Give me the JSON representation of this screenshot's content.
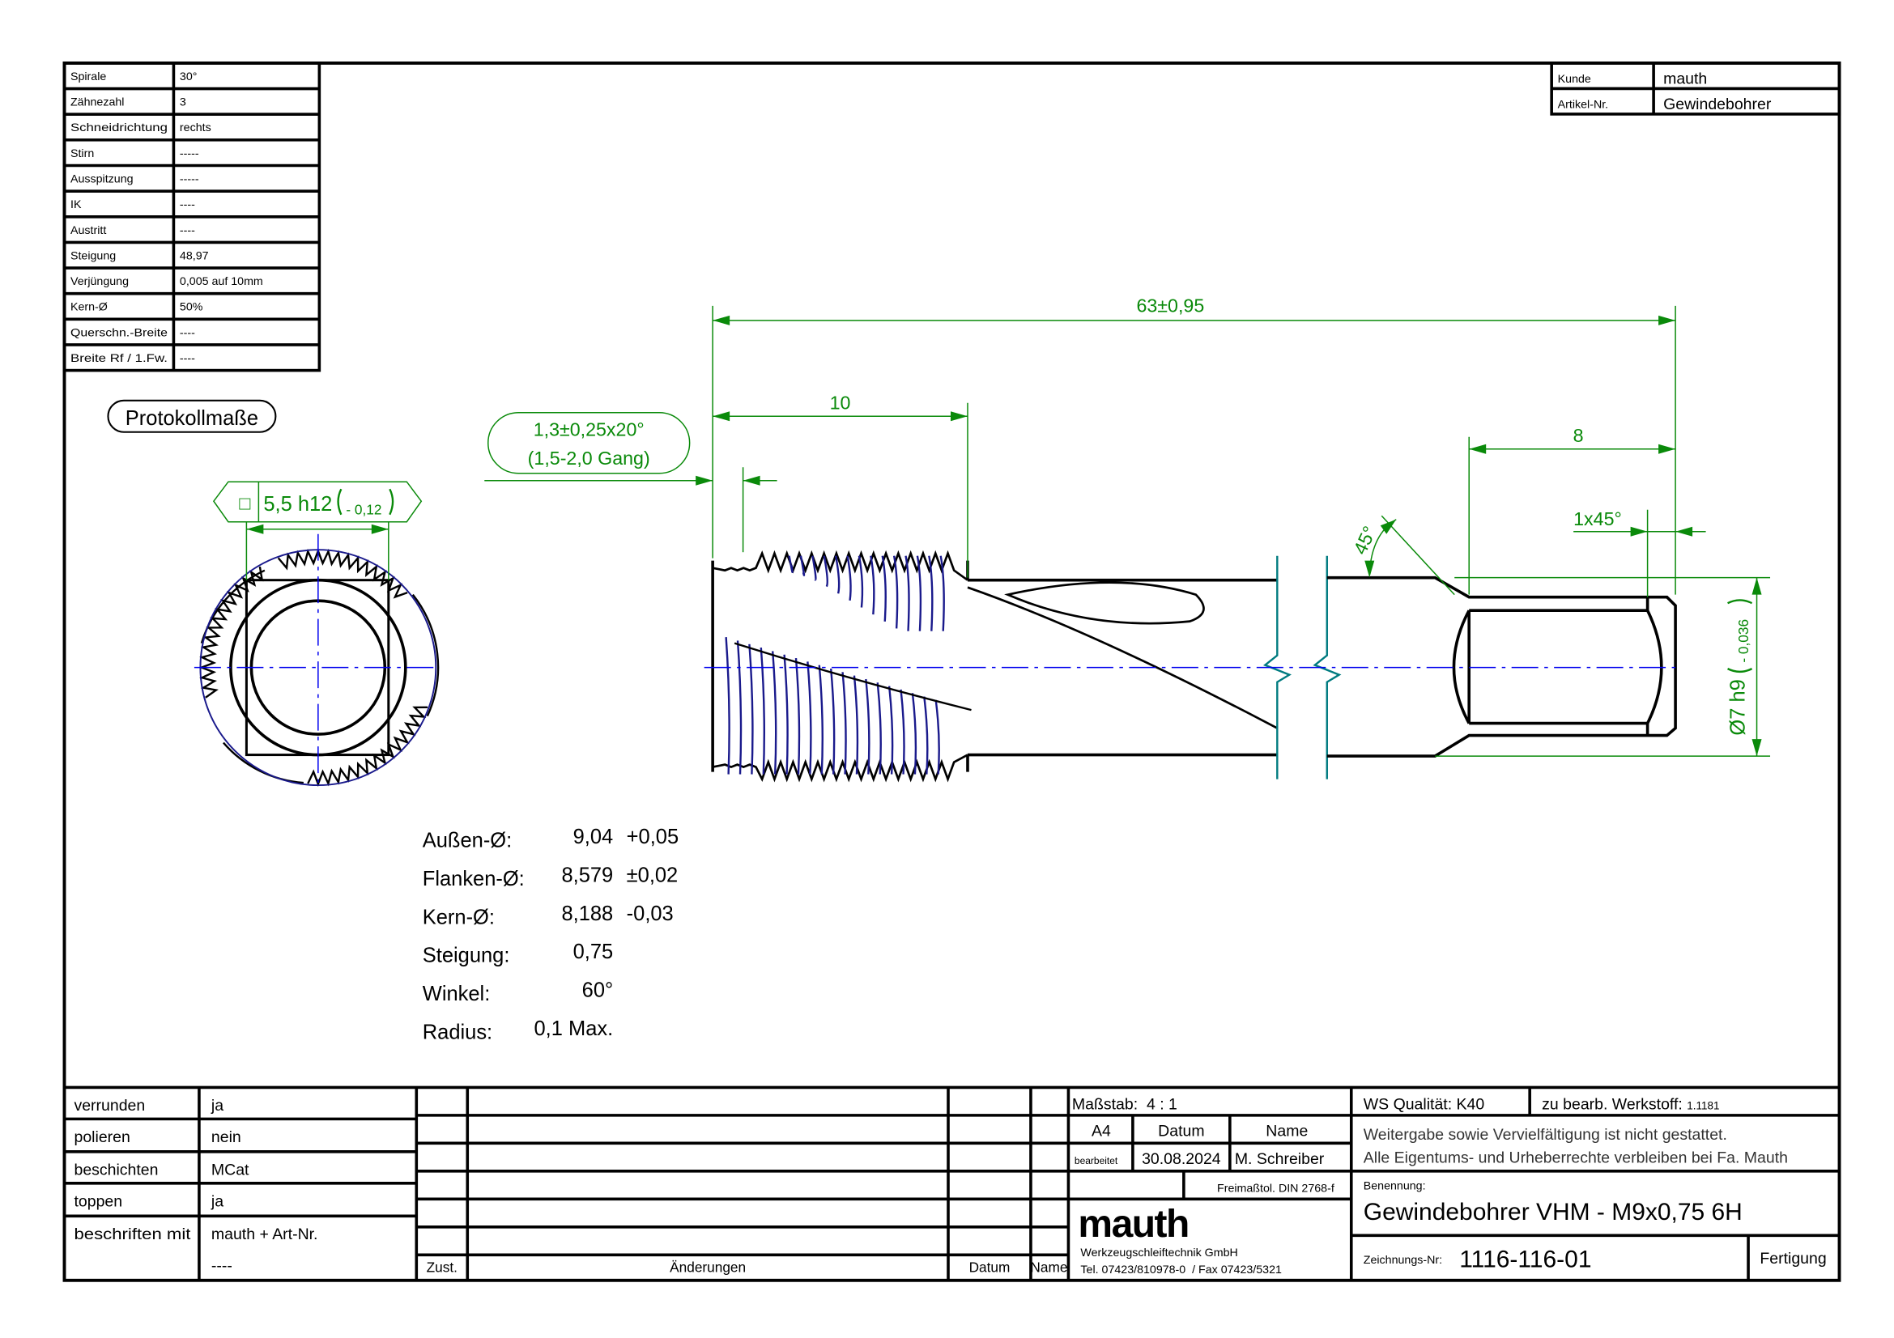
{
  "spec_table": [
    {
      "label": "Spirale",
      "value": "30°"
    },
    {
      "label": "Zähnezahl",
      "value": "3"
    },
    {
      "label": "Schneidrichtung",
      "value": "rechts"
    },
    {
      "label": "Stirn",
      "value": "-----"
    },
    {
      "label": "Ausspitzung",
      "value": "-----"
    },
    {
      "label": "IK",
      "value": "----"
    },
    {
      "label": "Austritt",
      "value": "----"
    },
    {
      "label": "Steigung",
      "value": "48,97"
    },
    {
      "label": "Verjüngung",
      "value": "0,005 auf 10mm"
    },
    {
      "label": "Kern-Ø",
      "value": "50%"
    },
    {
      "label": "Querschn.-Breite",
      "value": "----"
    },
    {
      "label": "Breite Rf / 1.Fw.",
      "value": "----"
    }
  ],
  "customer": {
    "kunde_label": "Kunde",
    "kunde": "mauth",
    "artikel_label": "Artikel-Nr.",
    "artikel": "Gewindebohrer"
  },
  "protokoll": "Protokollmaße",
  "dims": {
    "overall": "63±0,95",
    "thread_len": "10",
    "chamfer_main": "1,3±0,25x20°",
    "chamfer_sub": "(1,5-2,0 Gang)",
    "square_symbol": "□",
    "square": "5,5 h12",
    "square_tol": "- 0,12",
    "square_len": "8",
    "end_chamfer": "1x45°",
    "angle": "45°",
    "shank_dia": "Ø7 h9",
    "shank_tol": "- 0,036"
  },
  "thread_data": [
    {
      "label": "Außen-Ø:",
      "value": "9,04",
      "tol": "+0,05"
    },
    {
      "label": "Flanken-Ø:",
      "value": "8,579",
      "tol": "±0,02"
    },
    {
      "label": "Kern-Ø:",
      "value": "8,188",
      "tol": "-0,03"
    },
    {
      "label": "Steigung:",
      "value": "0,75",
      "tol": ""
    },
    {
      "label": "Winkel:",
      "value": "60°",
      "tol": ""
    },
    {
      "label": "Radius:",
      "value": "0,1 Max.",
      "tol": ""
    }
  ],
  "finish_table": [
    {
      "label": "verrunden",
      "value": "ja"
    },
    {
      "label": "polieren",
      "value": "nein"
    },
    {
      "label": "beschichten",
      "value": "MCat"
    },
    {
      "label": "toppen",
      "value": "ja"
    },
    {
      "label": "beschriften mit",
      "value": "mauth + Art-Nr.",
      "value2": "----"
    }
  ],
  "changes_header": {
    "zust": "Zust.",
    "aenderungen": "Änderungen",
    "datum": "Datum",
    "name": "Name"
  },
  "title_block": {
    "massstab": "Maßstab:  4 : 1",
    "format": "A4",
    "datum_label": "Datum",
    "name_label": "Name",
    "bearbeitet_label": "bearbeitet",
    "datum": "30.08.2024",
    "name": "M. Schreiber",
    "freimass": "Freimaßtol. DIN 2768-f",
    "logo": "mauth",
    "company": "Werkzeugschleiftechnik GmbH",
    "contact": "Tel. 07423/810978-0  / Fax 07423/5321",
    "ws_label": "WS Qualität:",
    "ws_value": "K40",
    "werkstoff_label": "zu bearb. Werkstoff:",
    "werkstoff_value": "1.1181",
    "notice1": "Weitergabe sowie Vervielfältigung ist nicht gestattet.",
    "notice2": "Alle Eigentums- und Urheberrechte verbleiben bei Fa. Mauth",
    "benennung_label": "Benennung:",
    "benennung": "Gewindebohrer VHM - M9x0,75 6H",
    "zeichnung_label": "Zeichnungs-Nr:",
    "zeichnung": "1116-116-01",
    "status": "Fertigung"
  },
  "colors": {
    "dimension": "#0a8a0a",
    "centerline": "#0000ee",
    "outline": "#000000"
  }
}
